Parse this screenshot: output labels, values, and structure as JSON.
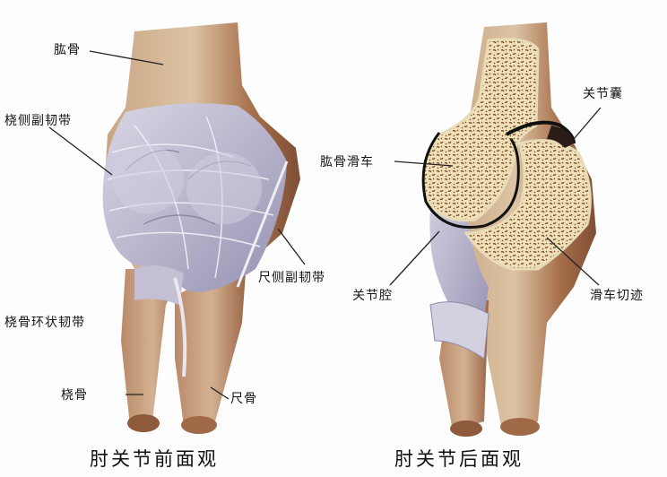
{
  "diagram": {
    "colors": {
      "bone_light": "#d8c0a0",
      "bone_mid": "#c19a76",
      "bone_dark": "#8a5a3e",
      "ligament": "#c9c6d8",
      "ligament_shadow": "#8e88a8",
      "cancellous_fill": "#f3e8c6",
      "trabecular_dots": "#7a4a2a",
      "leader_line": "#222222"
    },
    "anterior_view": {
      "caption": "肘关节前面观",
      "labels": {
        "humerus": "肱骨",
        "radial_collateral_ligament": "桡侧副韧带",
        "ulnar_collateral_ligament": "尺侧副韧带",
        "annular_ligament_of_radius": "桡骨环状韧带",
        "radius": "桡骨",
        "ulna": "尺骨"
      }
    },
    "posterior_view": {
      "caption": "肘关节后面观",
      "labels": {
        "articular_capsule": "关节囊",
        "trochlea_of_humerus": "肱骨滑车",
        "articular_cavity": "关节腔",
        "trochlear_notch": "滑车切迹"
      }
    }
  }
}
